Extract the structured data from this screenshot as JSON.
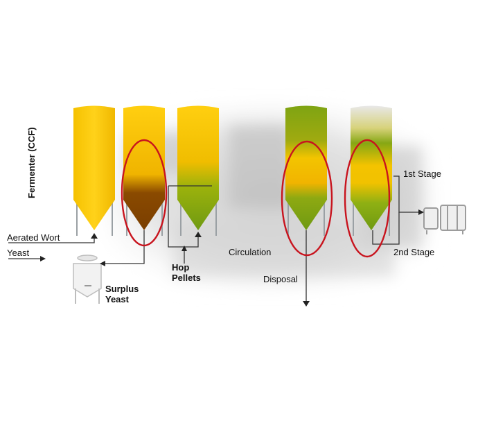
{
  "labels": {
    "fermenter": "Fermenter (CCF)",
    "aerated_wort": "Aerated Wort",
    "yeast": "Yeast",
    "surplus_yeast_1": "Surplus",
    "surplus_yeast_2": "Yeast",
    "hop_pellets_1": "Hop",
    "hop_pellets_2": "Pellets",
    "circulation": "Circulation",
    "disposal": "Disposal",
    "first_stage": "1st Stage",
    "second_stage": "2nd Stage"
  },
  "colors": {
    "yellow": "#f7c500",
    "amber": "#f1b800",
    "brown": "#8a4a00",
    "green": "#7da513",
    "leg": "#9aa0a4",
    "ring": "#c8141e",
    "line": "#333333"
  }
}
